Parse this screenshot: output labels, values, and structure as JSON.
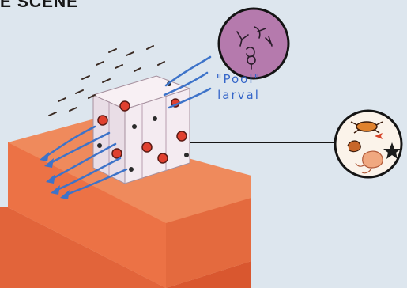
{
  "heading": "E SCENE",
  "callout": {
    "line1": "\"Pool\"",
    "line2": "larval"
  },
  "palette": {
    "background": "#dde6ee",
    "seabed_top": "#ef8a5c",
    "seabed_side": "#ec7245",
    "structure": "#f2e7ee",
    "arrows": "#3d73c9",
    "pool_circle": "#b57aad",
    "species_circle": "#fbf3ea"
  },
  "icons": {
    "left_circle": "plankton-larvae-icon",
    "right_circle": "reef-species-icon"
  }
}
